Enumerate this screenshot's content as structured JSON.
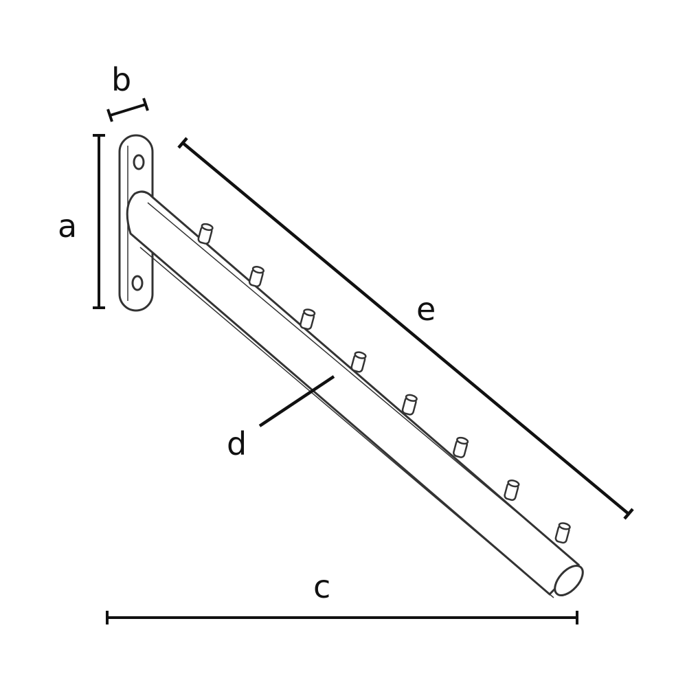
{
  "labels": {
    "a": "a",
    "b": "b",
    "c": "c",
    "d": "d",
    "e": "e"
  },
  "pegs": {
    "count": 8
  },
  "colors": {
    "outline": "#333333",
    "dimension": "#111111",
    "background": "#ffffff"
  }
}
